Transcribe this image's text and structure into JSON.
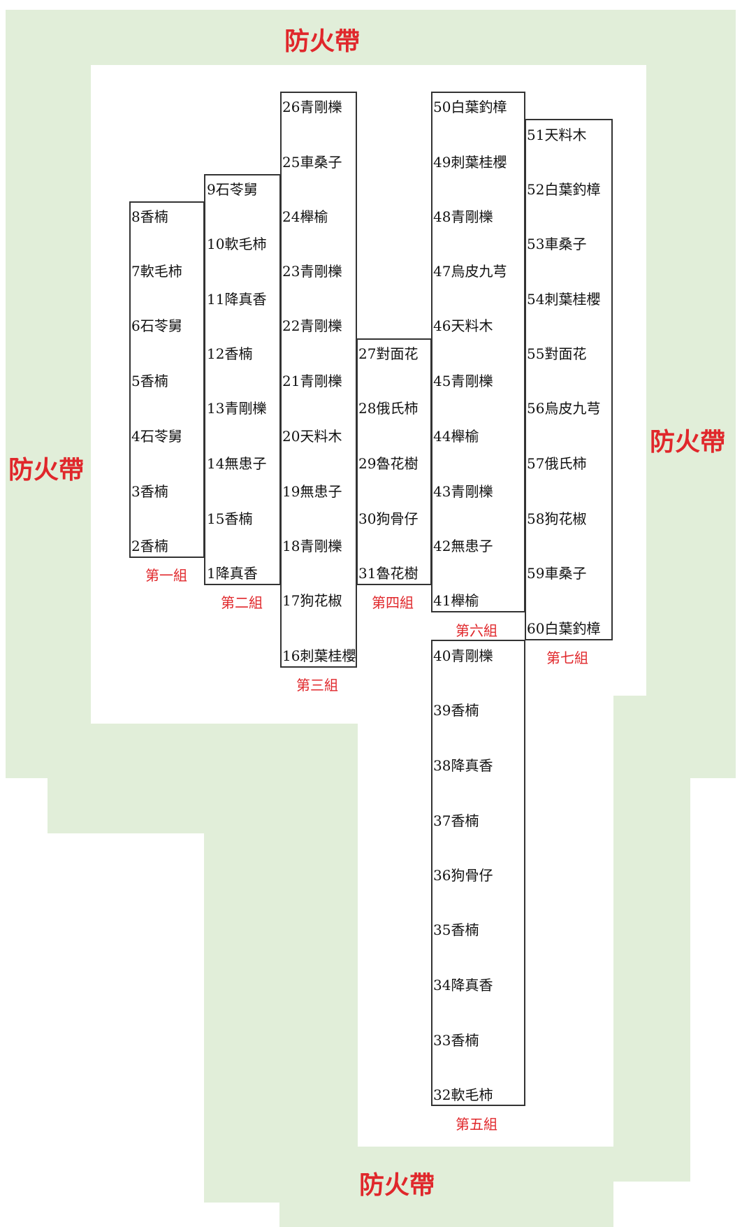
{
  "firebreak_label": "防火帶",
  "colors": {
    "firebreak_fill": "#e1eed9",
    "label_red": "#e0272b",
    "box_border": "#333333"
  },
  "groups": [
    {
      "label": "第一組",
      "trees": [
        "8香楠",
        "7軟毛柿",
        "6石苓舅",
        "5香楠",
        "4石苓舅",
        "3香楠",
        "2香楠"
      ]
    },
    {
      "label": "第二組",
      "trees": [
        "9石苓舅",
        "10軟毛柿",
        "11降真香",
        "12香楠",
        "13青剛櫟",
        "14無患子",
        "15香楠",
        "1降真香"
      ]
    },
    {
      "label": "第三組",
      "trees": [
        "26青剛櫟",
        "25車桑子",
        "24櫸榆",
        "23青剛櫟",
        "22青剛櫟",
        "21青剛櫟",
        "20天料木",
        "19無患子",
        "18青剛櫟",
        "17狗花椒",
        "16刺葉桂櫻"
      ]
    },
    {
      "label": "第四組",
      "trees": [
        "27對面花",
        "28俄氏柿",
        "29魯花樹",
        "30狗骨仔",
        "31魯花樹"
      ]
    },
    {
      "label": "第五組",
      "trees": [
        "40青剛櫟",
        "39香楠",
        "38降真香",
        "37香楠",
        "36狗骨仔",
        "35香楠",
        "34降真香",
        "33香楠",
        "32軟毛柿"
      ]
    },
    {
      "label": "第六組",
      "trees": [
        "50白葉釣樟",
        "49刺葉桂櫻",
        "48青剛櫟",
        "47烏皮九芎",
        "46天料木",
        "45青剛櫟",
        "44櫸榆",
        "43青剛櫟",
        "42無患子",
        "41櫸榆"
      ]
    },
    {
      "label": "第七組",
      "trees": [
        "51天料木",
        "52白葉釣樟",
        "53車桑子",
        "54刺葉桂櫻",
        "55對面花",
        "56烏皮九芎",
        "57俄氏柿",
        "58狗花椒",
        "59車桑子",
        "60白葉釣樟"
      ]
    }
  ]
}
